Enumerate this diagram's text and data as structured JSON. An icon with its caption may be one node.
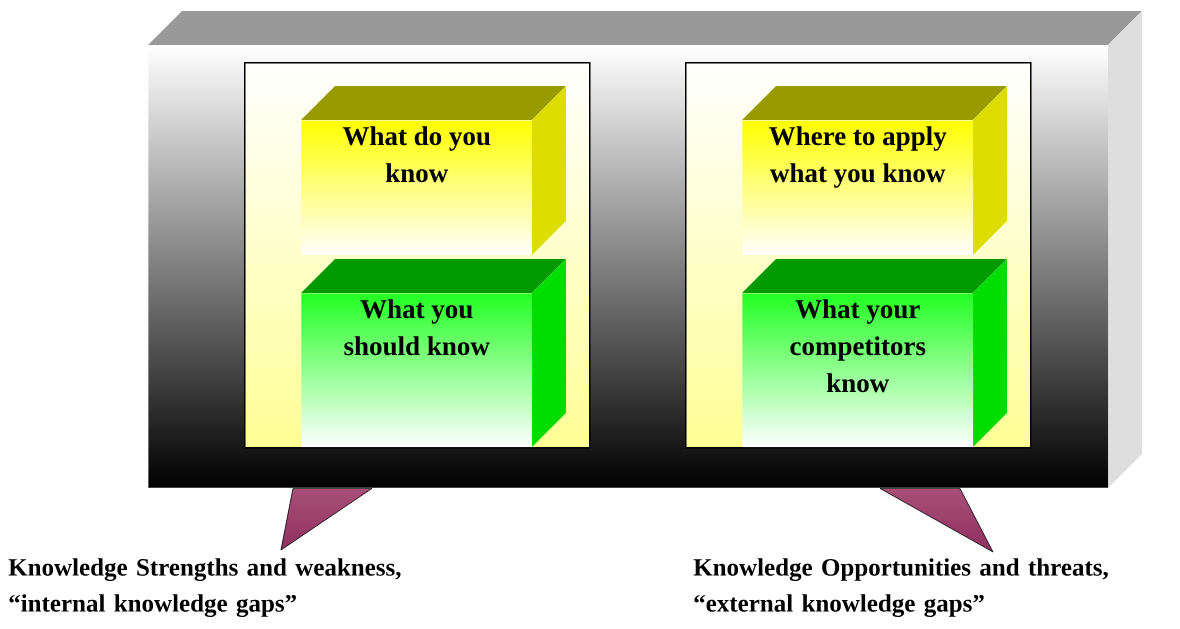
{
  "diagram": {
    "nodes": [
      {
        "text": [],
        "shape": "box"
      },
      {
        "text": [],
        "shape": "box",
        "in": 0
      },
      {
        "text": [
          "What do you know"
        ],
        "in": 1
      },
      {
        "text": [
          "What you should know"
        ],
        "in": 1
      },
      {
        "text": [],
        "shape": "box",
        "in": 0
      },
      {
        "text": [
          "Where to apply what you know"
        ],
        "in": 4
      },
      {
        "text": [
          "What your competitors know"
        ],
        "in": 4
      },
      {
        "text": [
          "Knowledge Strengths and weakness, “internal knowledge gaps”"
        ]
      },
      {
        "text": [
          "Knowledge Opportunities and threats, “external knowledge gaps”"
        ]
      }
    ],
    "edges": [
      {
        "from": 7,
        "to": 0,
        "arrow": "none"
      },
      {
        "from": 8,
        "to": 0,
        "arrow": "none"
      }
    ]
  }
}
